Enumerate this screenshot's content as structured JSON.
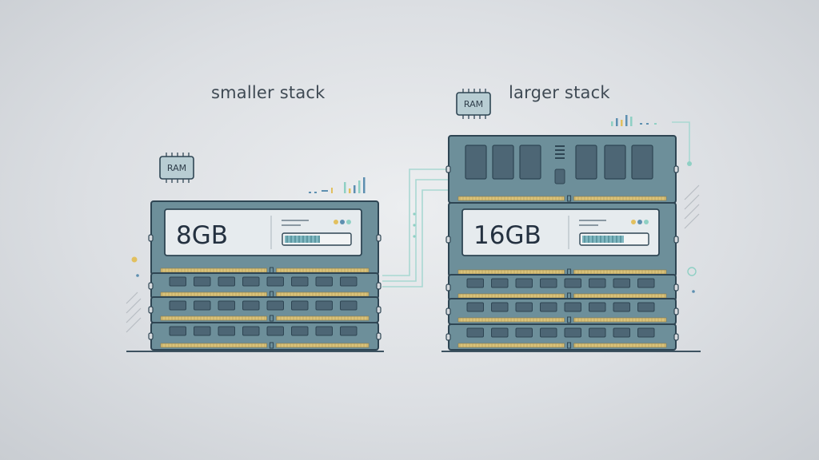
{
  "captions": {
    "smaller": "smaller stack",
    "larger": "larger stack"
  },
  "stacks": [
    {
      "id": "smaller",
      "capacity": "8GB",
      "chip_label": "RAM",
      "modules": 4,
      "progress": 0.55
    },
    {
      "id": "larger",
      "capacity": "16GB",
      "chip_label": "RAM",
      "modules": 5,
      "progress": 0.65
    }
  ],
  "colors": {
    "module_fill": "#6d8f9a",
    "module_stroke": "#2e4553",
    "contact_gold": "#d9c27a",
    "chip_dark": "#4d6675",
    "card_fill": "#e6ebee",
    "accent_teal": "#8fd0c4",
    "accent_gold": "#e2c05f",
    "accent_blue": "#5d8fb0"
  },
  "icons": [
    "ram-chip-icon",
    "signal-bars-icon",
    "connector-line-icon"
  ]
}
